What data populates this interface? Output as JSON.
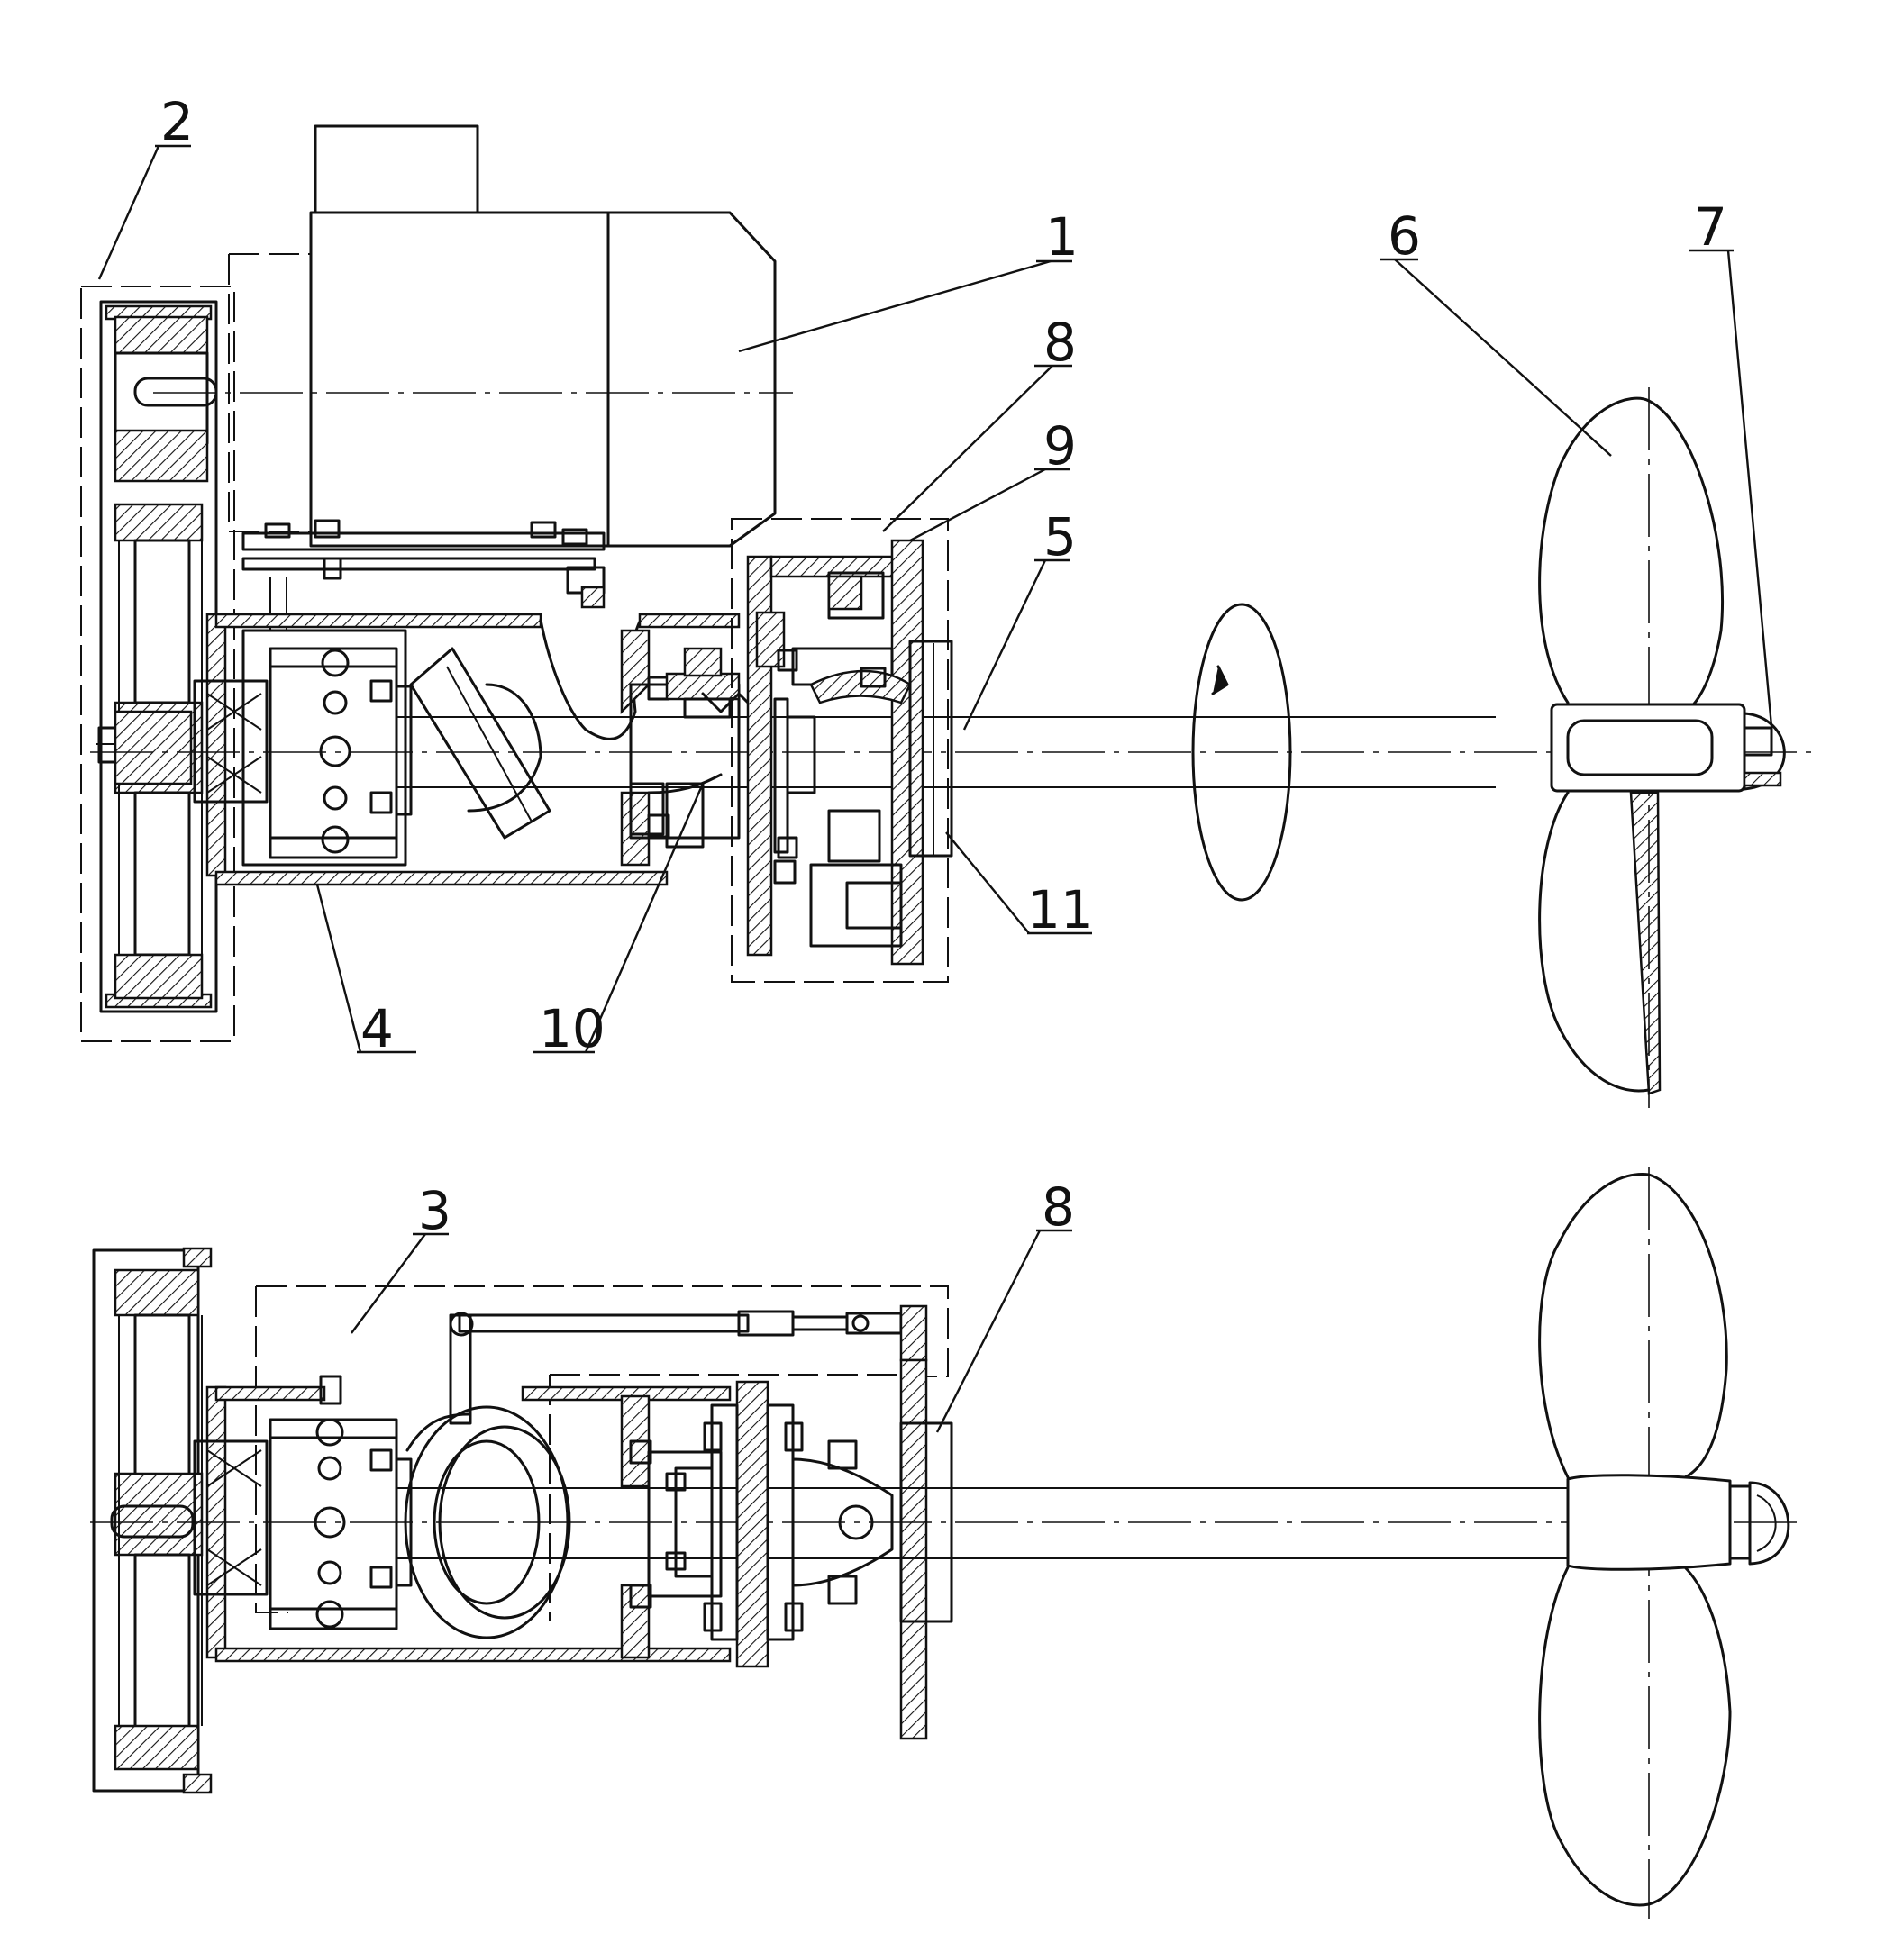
{
  "labels": {
    "motor": "1",
    "pulley_cover": "2",
    "housing_plan": "3",
    "tube_housing": "4",
    "shaft": "5",
    "propeller": "6",
    "cap": "7",
    "frame_top": "8",
    "seal": "9",
    "bearing_seat": "10",
    "flange": "11",
    "frame_bottom": "8"
  }
}
